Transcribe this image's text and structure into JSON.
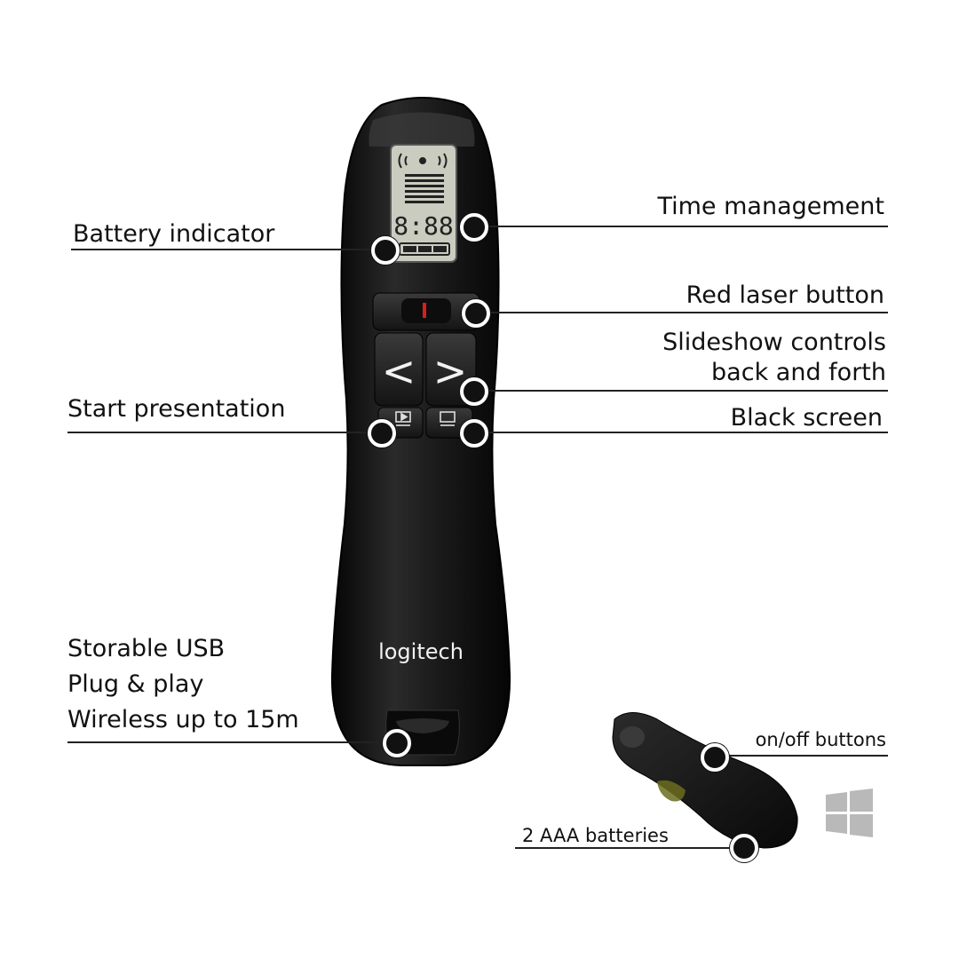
{
  "labels": {
    "battery_indicator": "Battery indicator",
    "time_management": "Time management",
    "red_laser_button": "Red laser button",
    "slideshow_line1": "Slideshow controls",
    "slideshow_line2": "back and forth",
    "start_presentation": "Start presentation",
    "black_screen": "Black screen",
    "usb_line1": "Storable USB",
    "usb_line2": "Plug & play",
    "usb_line3": "Wireless up to 15m",
    "on_off": "on/off buttons",
    "batteries": "2 AAA batteries"
  },
  "device": {
    "brand": "logitech",
    "lcd_time": "8:88",
    "back_glyph": "<",
    "forward_glyph": ">"
  },
  "icons": [
    "wireless-signal-icon",
    "battery-bar-icon",
    "play-screen-icon",
    "black-screen-icon",
    "windows-logo-icon"
  ],
  "colors": {
    "device_body": "#141414",
    "lcd_bg": "#c9ccbf",
    "laser_red": "#d81e1e",
    "windows_logo": "#b9b9b9"
  }
}
